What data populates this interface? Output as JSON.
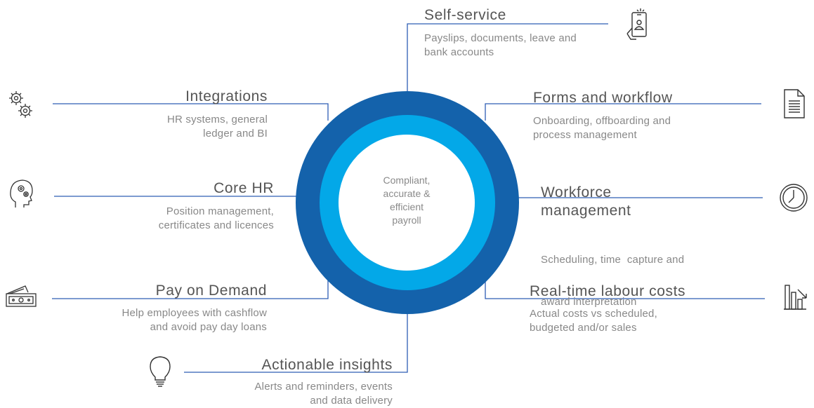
{
  "colors": {
    "outer_ring": "#1462ab",
    "inner_ring": "#03a8e8",
    "connector": "#2e5db5",
    "title_text": "#555555",
    "desc_text": "#888888"
  },
  "center": {
    "lines": [
      "Compliant,",
      "accurate &",
      "efficient",
      "payroll"
    ]
  },
  "items": {
    "self_service": {
      "title": "Self-service",
      "desc": [
        "Payslips, documents, leave and",
        "bank accounts"
      ],
      "icon": "mobile-user-icon"
    },
    "integrations": {
      "title": "Integrations",
      "desc": [
        "HR systems, general",
        "ledger and BI"
      ],
      "icon": "gears-icon"
    },
    "forms_workflow": {
      "title": "Forms and workflow",
      "desc": [
        "Onboarding, offboarding and",
        "process management"
      ],
      "icon": "document-icon"
    },
    "core_hr": {
      "title": "Core HR",
      "desc": [
        "Position management,",
        "certificates and licences"
      ],
      "icon": "head-gears-icon"
    },
    "workforce_management": {
      "title": [
        "Workforce",
        "management"
      ],
      "desc": [
        "Scheduling, time  capture and",
        "award interpretation"
      ],
      "icon": "clock-icon"
    },
    "pay_on_demand": {
      "title": "Pay on Demand",
      "desc": [
        "Help employees with cashflow",
        "and avoid pay day loans"
      ],
      "icon": "cash-icon"
    },
    "labour_costs": {
      "title": "Real-time labour costs",
      "desc": [
        "Actual costs vs scheduled,",
        "budgeted and/or sales"
      ],
      "icon": "bar-chart-icon"
    },
    "actionable_insights": {
      "title": "Actionable insights",
      "desc": [
        "Alerts and reminders, events",
        "and data delivery"
      ],
      "icon": "lightbulb-icon"
    }
  }
}
